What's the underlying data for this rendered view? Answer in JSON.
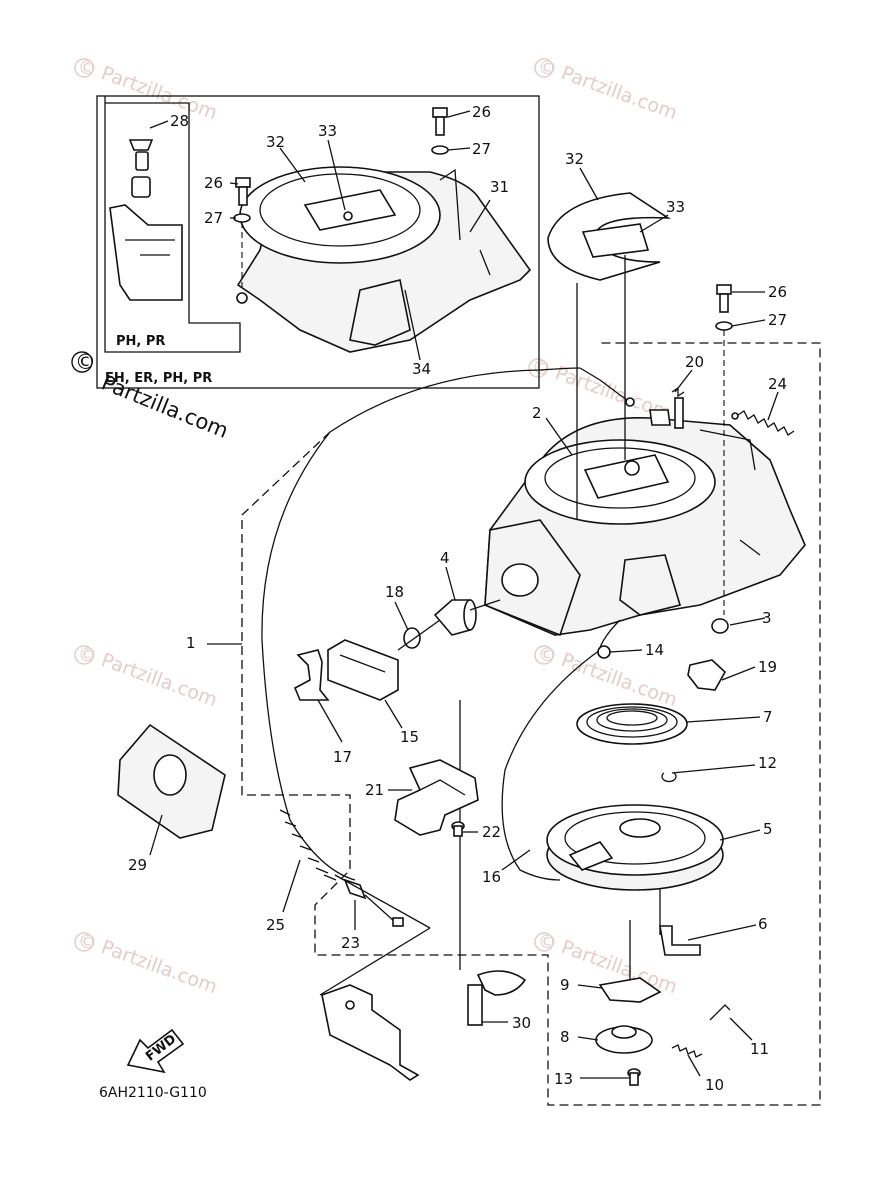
{
  "watermark": {
    "text": "Partzilla.com"
  },
  "brand": "Partzilla.com",
  "inset": {
    "inner_models": "PH, PR",
    "outer_models": "EH, ER, PH, PR"
  },
  "fwd_label": "FWD",
  "diagram_code": "6AH2110-G110",
  "callouts": {
    "n1": "1",
    "n2": "2",
    "n3": "3",
    "n4": "4",
    "n5": "5",
    "n6": "6",
    "n7": "7",
    "n8": "8",
    "n9": "9",
    "n10": "10",
    "n11": "11",
    "n12": "12",
    "n13": "13",
    "n14": "14",
    "n15": "15",
    "n16": "16",
    "n17": "17",
    "n18": "18",
    "n19": "19",
    "n20": "20",
    "n21": "21",
    "n22": "22",
    "n23": "23",
    "n24": "24",
    "n25": "25",
    "n26": "26",
    "n27": "27",
    "n28": "28",
    "n29": "29",
    "n30": "30",
    "n31": "31",
    "n32": "32",
    "n33": "33",
    "n34": "34"
  }
}
